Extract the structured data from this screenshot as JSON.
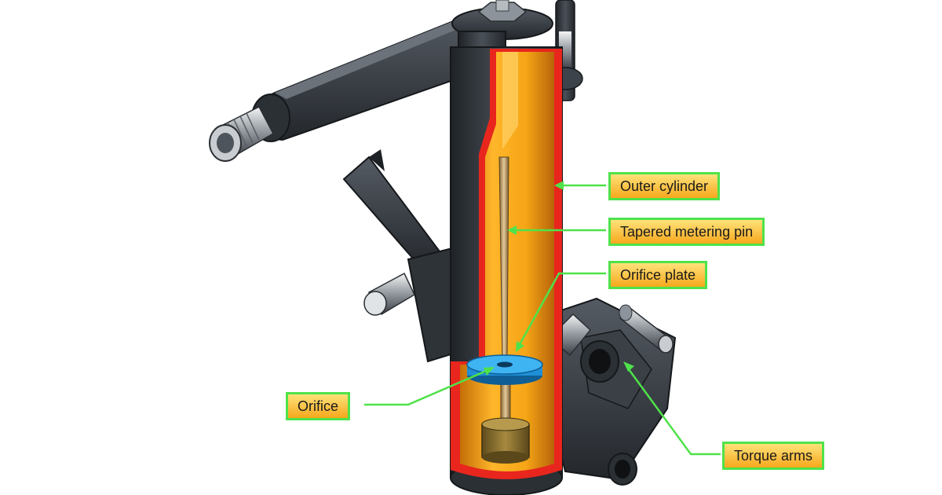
{
  "labels": {
    "outer_cylinder": "Outer cylinder",
    "tapered_metering_pin": "Tapered metering pin",
    "orifice_plate": "Orifice plate",
    "orifice": "Orifice",
    "torque_arms": "Torque arms"
  },
  "colors": {
    "callout_fill_top": "#ffe27a",
    "callout_fill_bottom": "#f6a81c",
    "callout_border": "#4fe24a",
    "leader_line": "#4fe24a",
    "strut_metal": "#2f343a",
    "cylinder_wall": "#e8261d",
    "hydraulic_fluid": "#f2a414",
    "orifice_plate": "#1e8fd6",
    "metering_pin": "#b08c54"
  }
}
